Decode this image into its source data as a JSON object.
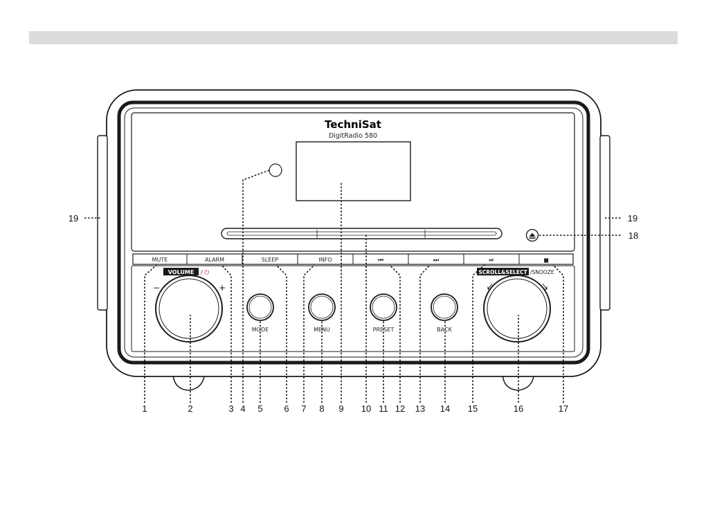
{
  "device": {
    "brand": "TechniSat",
    "model": "DigitRadio 580"
  },
  "panel_labels": {
    "mute": "MUTE",
    "alarm": "ALARM",
    "sleep": "SLEEP",
    "info": "INFO",
    "prev": "⏮",
    "next": "⏭",
    "play_pause": "⏯",
    "stop": "■",
    "volume": "VOLUME",
    "volume_suffix": "/",
    "power_symbol": "⏻",
    "volume_minus": "−",
    "volume_plus": "+",
    "scroll_select": "SCROLL&SELECT",
    "snooze_suffix": "/SNOOZE",
    "mode": "MODE",
    "menu": "MENU",
    "preset": "PRESET",
    "back": "BACK",
    "eject": "⏏"
  },
  "callouts": {
    "c1": "1",
    "c2": "2",
    "c3": "3",
    "c4": "4",
    "c5": "5",
    "c6": "6",
    "c7": "7",
    "c8": "8",
    "c9": "9",
    "c10": "10",
    "c11": "11",
    "c12": "12",
    "c13": "13",
    "c14": "14",
    "c15": "15",
    "c16": "16",
    "c17": "17",
    "c18": "18",
    "c19_left": "19",
    "c19_right": "19"
  },
  "colors": {
    "line": "#1a1a1a",
    "power_red": "#d42020",
    "header_bar": "#dcdcdc"
  }
}
